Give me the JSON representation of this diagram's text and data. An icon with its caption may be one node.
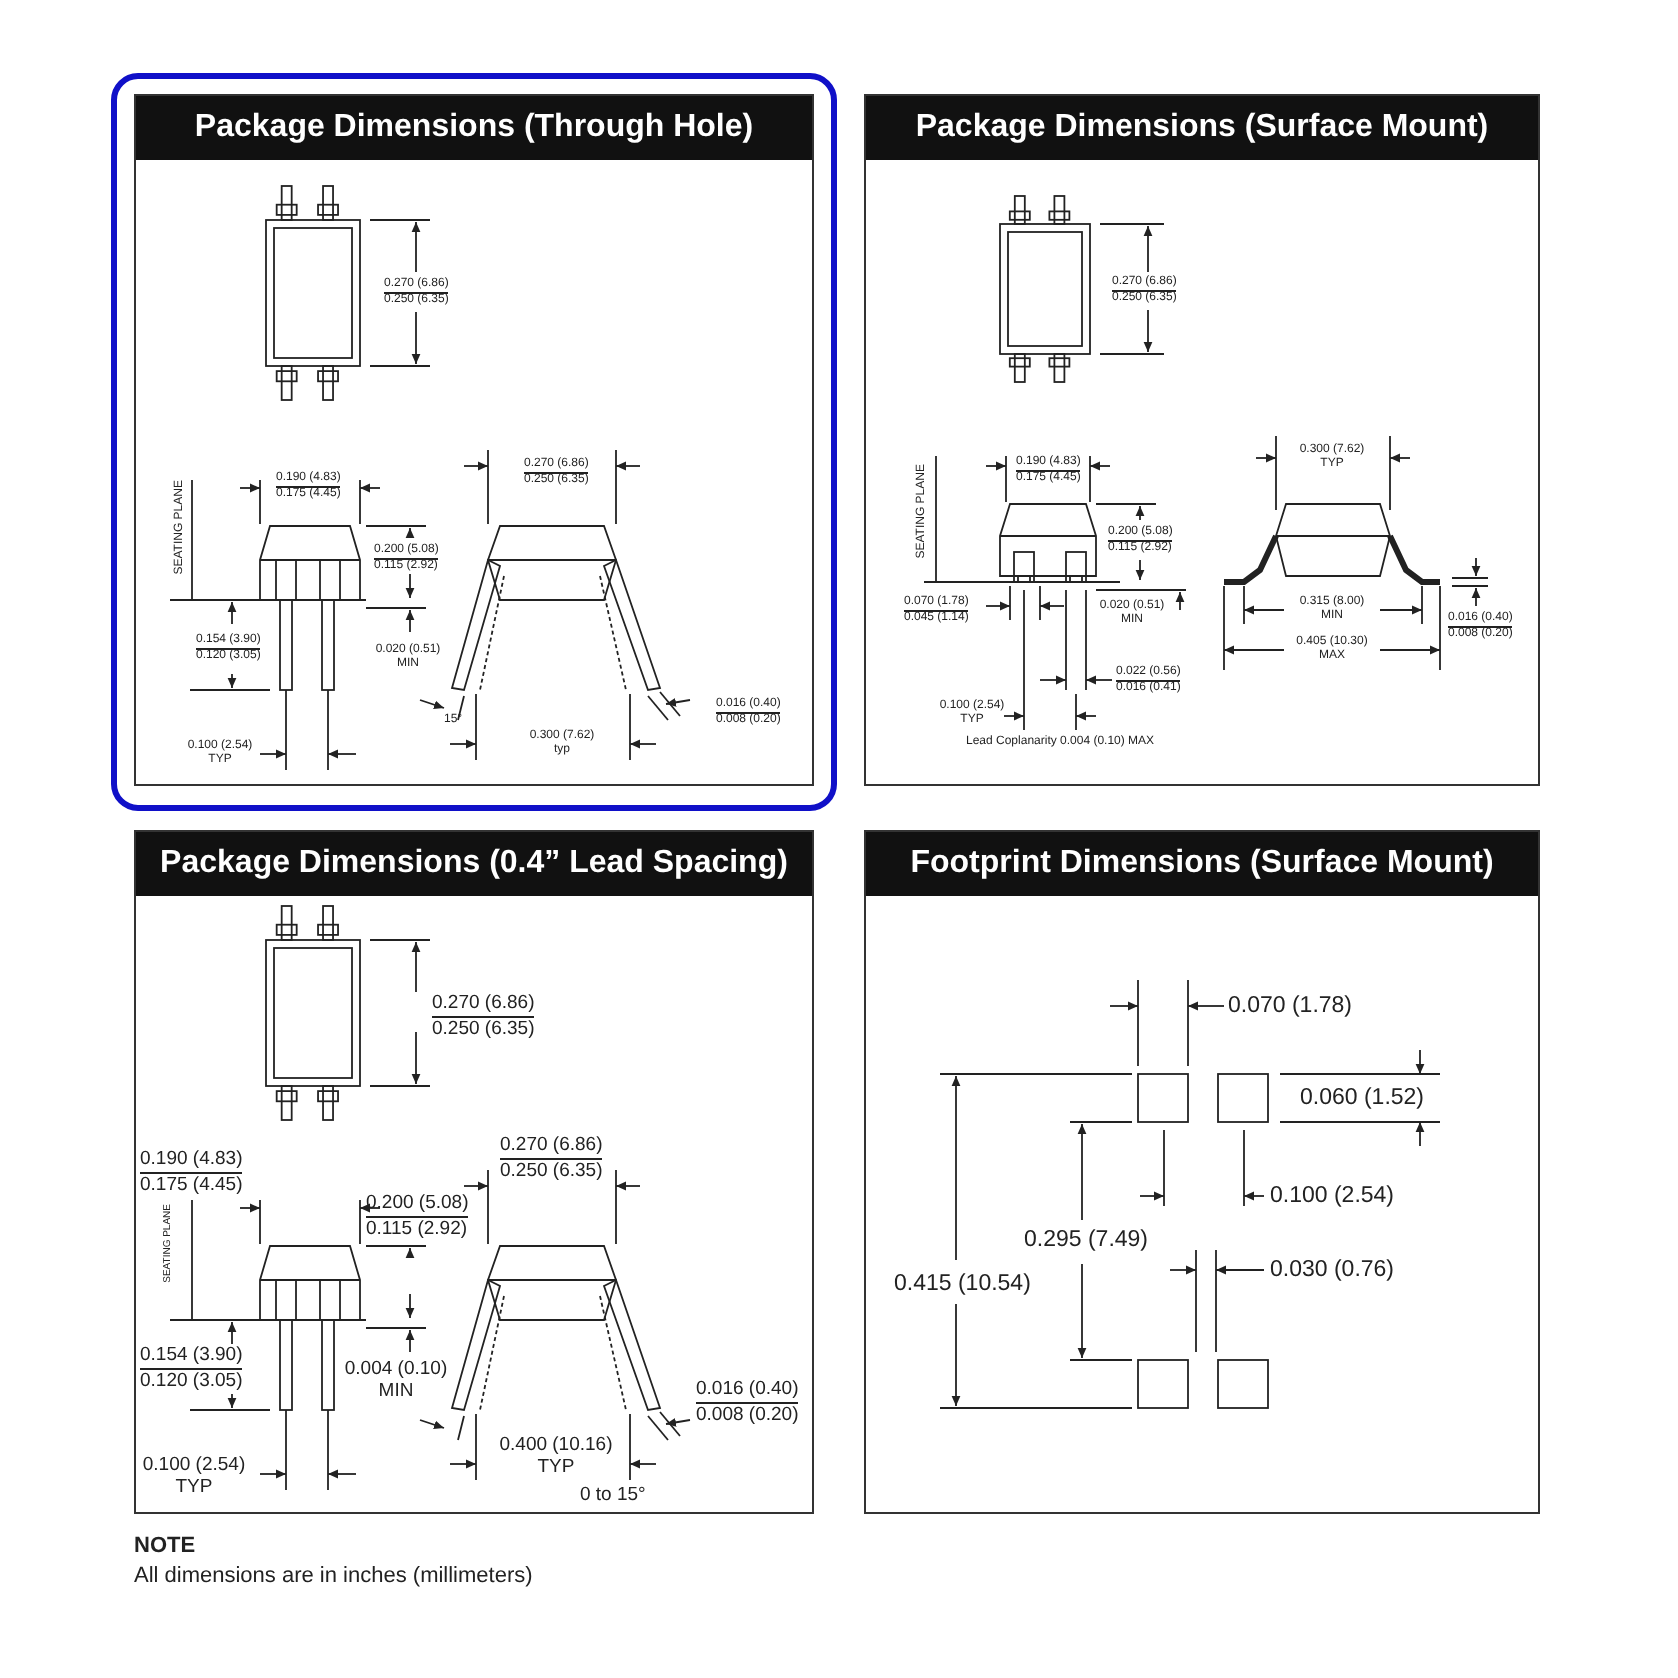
{
  "diagram": {
    "nodes": [
      {
        "text": [
          "Package Dimensions (Through Hole)"
        ]
      },
      {
        "text": [
          "Package Dimensions (Surface Mount)"
        ]
      },
      {
        "text": [
          "Package Dimensions (0.4” Lead Spacing)"
        ]
      },
      {
        "text": [
          "Footprint Dimensions (Surface Mount)"
        ]
      }
    ],
    "labels": [
      "0.270 (6.86)",
      "0.250 (6.35)",
      "SEATING PLANE",
      "0.190 (4.83)",
      "0.175 (4.45)",
      "0.270 (6.86)",
      "0.250 (6.35)",
      "0.200 (5.08)",
      "0.115 (2.92)",
      "0.154 (3.90)",
      "0.120 (3.05)",
      "0.020 (0.51) MIN",
      "15°",
      "0.016 (0.40)",
      "0.008 (0.20)",
      "0.100 (2.54) TYP",
      "0.300 (7.62) typ",
      "0.270 (6.86)",
      "0.250 (6.35)",
      "SEATING PLANE",
      "0.190 (4.83)",
      "0.175 (4.45)",
      "0.300 (7.62) TYP",
      "0.200 (5.08)",
      "0.115 (2.92)",
      "0.070 (1.78)",
      "0.045 (1.14)",
      "0.020 (0.51) MIN",
      "0.315 (8.00) MIN",
      "0.016 (0.40)",
      "0.008 (0.20)",
      "0.022 (0.56)",
      "0.016 (0.41)",
      "0.405 (10.30) MAX",
      "0.100 (2.54) TYP",
      "Lead Coplanarity 0.004 (0.10) MAX",
      "0.270 (6.86)",
      "0.250 (6.35)",
      "0.190 (4.83)",
      "0.175 (4.45)",
      "0.270 (6.86)",
      "0.250 (6.35)",
      "0.200 (5.08)",
      "0.115 (2.92)",
      "SEATING PLANE",
      "0.154 (3.90)",
      "0.120 (3.05)",
      "0.004 (0.10) MIN",
      "0.016 (0.40)",
      "0.008 (0.20)",
      "0.400 (10.16) TYP",
      "0.100 (2.54) TYP",
      "0 to 15°",
      "0.070 (1.78)",
      "0.060 (1.52)",
      "0.100 (2.54)",
      "0.295 (7.49)",
      "0.030 (0.76)",
      "0.415 (10.54)",
      "NOTE",
      "All dimensions are in inches (millimeters)"
    ]
  }
}
